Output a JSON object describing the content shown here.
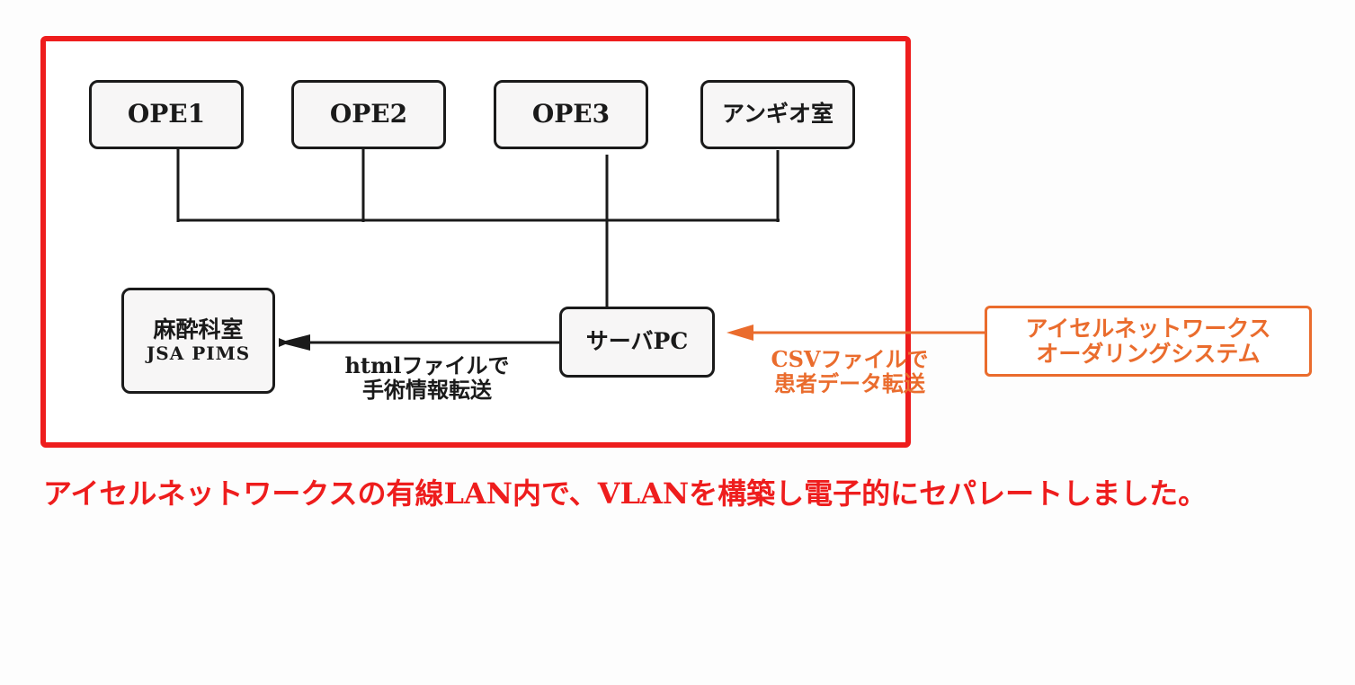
{
  "diagram": {
    "nodes": {
      "ope1": "OPE1",
      "ope2": "OPE2",
      "ope3": "OPE3",
      "angio": "アンギオ室",
      "anesthesia": {
        "line1": "麻酔科室",
        "line2": "JSA PIMS"
      },
      "server": "サーバPC",
      "external": {
        "line1": "アイセルネットワークス",
        "line2": "オーダリングシステム"
      }
    },
    "edge_labels": {
      "html_transfer": {
        "line1": "htmlファイルで",
        "line2": "手術情報転送"
      },
      "csv_transfer": {
        "line1": "CSVファイルで",
        "line2": "患者データ転送"
      }
    },
    "caption": "アイセルネットワークスの有線LAN内で、VLANを構築し電子的にセパレートしました。"
  },
  "colors": {
    "frame": "#ee1d1d",
    "caption": "#ee1d1d",
    "external": "#ea6c2d",
    "line": "#1a1a1a",
    "node_fill": "#f7f6f6"
  }
}
